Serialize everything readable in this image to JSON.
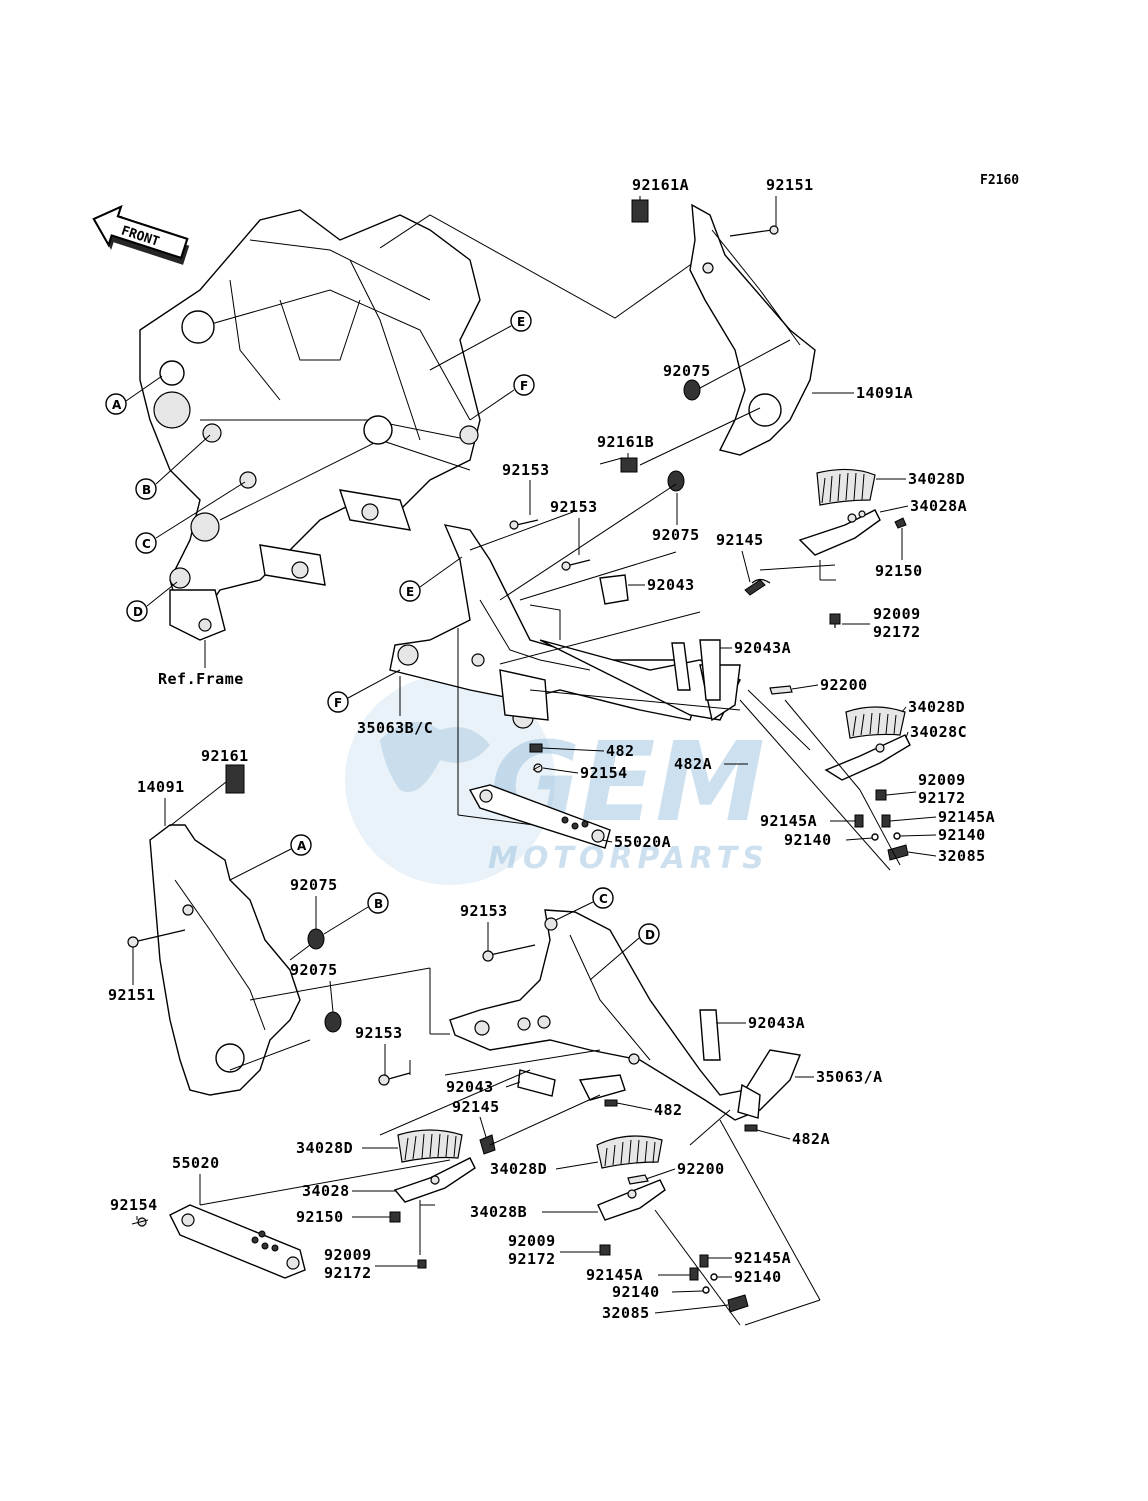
{
  "diagram_code": "F2160",
  "front_arrow": "FRONT",
  "ref_frame": "Ref.Frame",
  "watermark": {
    "main": "GEM",
    "sub": "MOTORPARTS"
  },
  "callouts": [
    "A",
    "B",
    "C",
    "D",
    "E",
    "F"
  ],
  "parts": {
    "p92161A": "92161A",
    "p92151_top": "92151",
    "p92075_a": "92075",
    "p92161B": "92161B",
    "p14091A": "14091A",
    "p92153_a": "92153",
    "p92153_b": "92153",
    "p92075_b": "92075",
    "p34028D_a": "34028D",
    "p34028A": "34028A",
    "p92150_a": "92150",
    "p92145_a": "92145",
    "p92043_a": "92043",
    "p92009_a": "92009",
    "p92172_a": "92172",
    "p92043A_a": "92043A",
    "p92200_a": "92200",
    "p34028D_b": "34028D",
    "p34028C": "34028C",
    "p35063BC": "35063B/C",
    "p482_a": "482",
    "p482A_a": "482A",
    "p92154_a": "92154",
    "p55020A": "55020A",
    "p92009_b": "92009",
    "p92172_b": "92172",
    "p92145A_a": "92145A",
    "p92145A_b": "92145A",
    "p92140_a": "92140",
    "p92140_b": "92140",
    "p32085_a": "32085",
    "p92161": "92161",
    "p14091": "14091",
    "p92075_c": "92075",
    "p92075_d": "92075",
    "p92151_b": "92151",
    "p92153_c": "92153",
    "p92153_d": "92153",
    "p92043A_b": "92043A",
    "p35063A": "35063/A",
    "p92043_b": "92043",
    "p92145_b": "92145",
    "p482_b": "482",
    "p482A_b": "482A",
    "p34028D_c": "34028D",
    "p34028": "34028",
    "p92150_b": "92150",
    "p92009_c": "92009",
    "p92172_c": "92172",
    "p55020": "55020",
    "p92154_b": "92154",
    "p34028D_d": "34028D",
    "p92200_b": "92200",
    "p34028B": "34028B",
    "p92009_d": "92009",
    "p92172_d": "92172",
    "p92145A_c": "92145A",
    "p92145A_d": "92145A",
    "p92140_c": "92140",
    "p92140_d": "92140",
    "p32085_b": "32085"
  }
}
